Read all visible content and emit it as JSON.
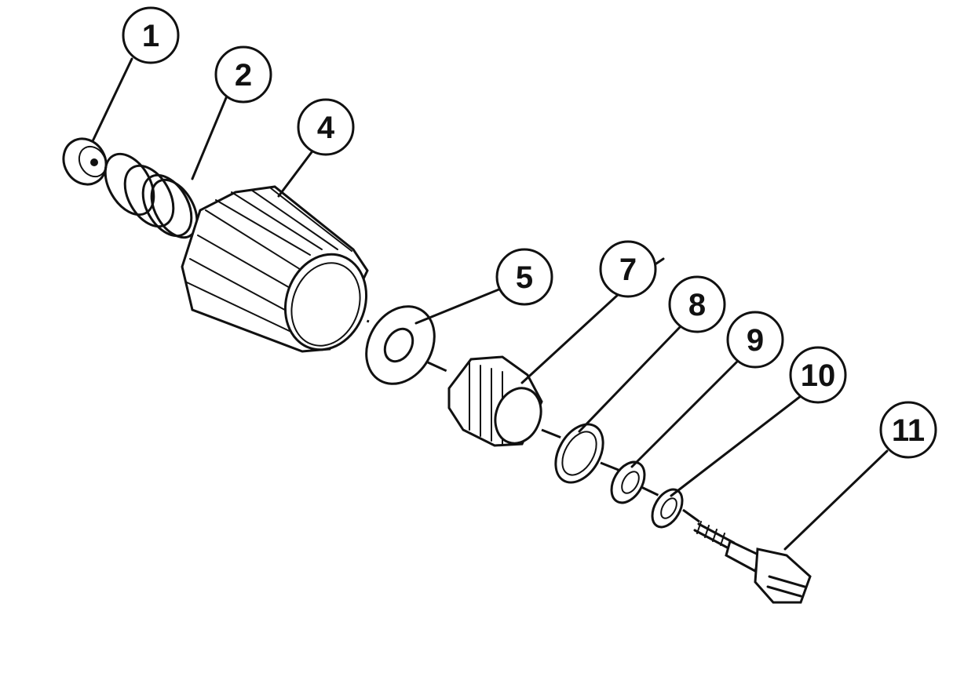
{
  "callouts": [
    {
      "id": "1",
      "label": "1"
    },
    {
      "id": "2",
      "label": "2"
    },
    {
      "id": "4",
      "label": "4"
    },
    {
      "id": "5",
      "label": "5"
    },
    {
      "id": "7",
      "label": "7"
    },
    {
      "id": "8",
      "label": "8"
    },
    {
      "id": "9",
      "label": "9"
    },
    {
      "id": "10",
      "label": "10"
    },
    {
      "id": "11",
      "label": "11"
    }
  ]
}
